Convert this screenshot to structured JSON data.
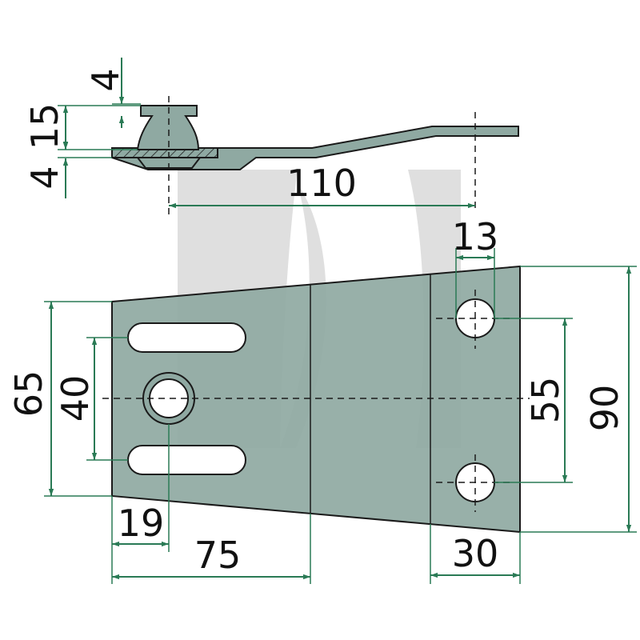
{
  "colors": {
    "plate": "#8fa9a2",
    "watermark": "#d9d9d9",
    "dimension": "#2a7a55",
    "outline": "#1a1a1a"
  },
  "dimensions": {
    "top_4": "4",
    "top_15": "15",
    "top_4b": "4",
    "top_110": "110",
    "d_13": "13",
    "d_65": "65",
    "d_40": "40",
    "d_55": "55",
    "d_90": "90",
    "d_19": "19",
    "d_75": "75",
    "d_30": "30"
  }
}
